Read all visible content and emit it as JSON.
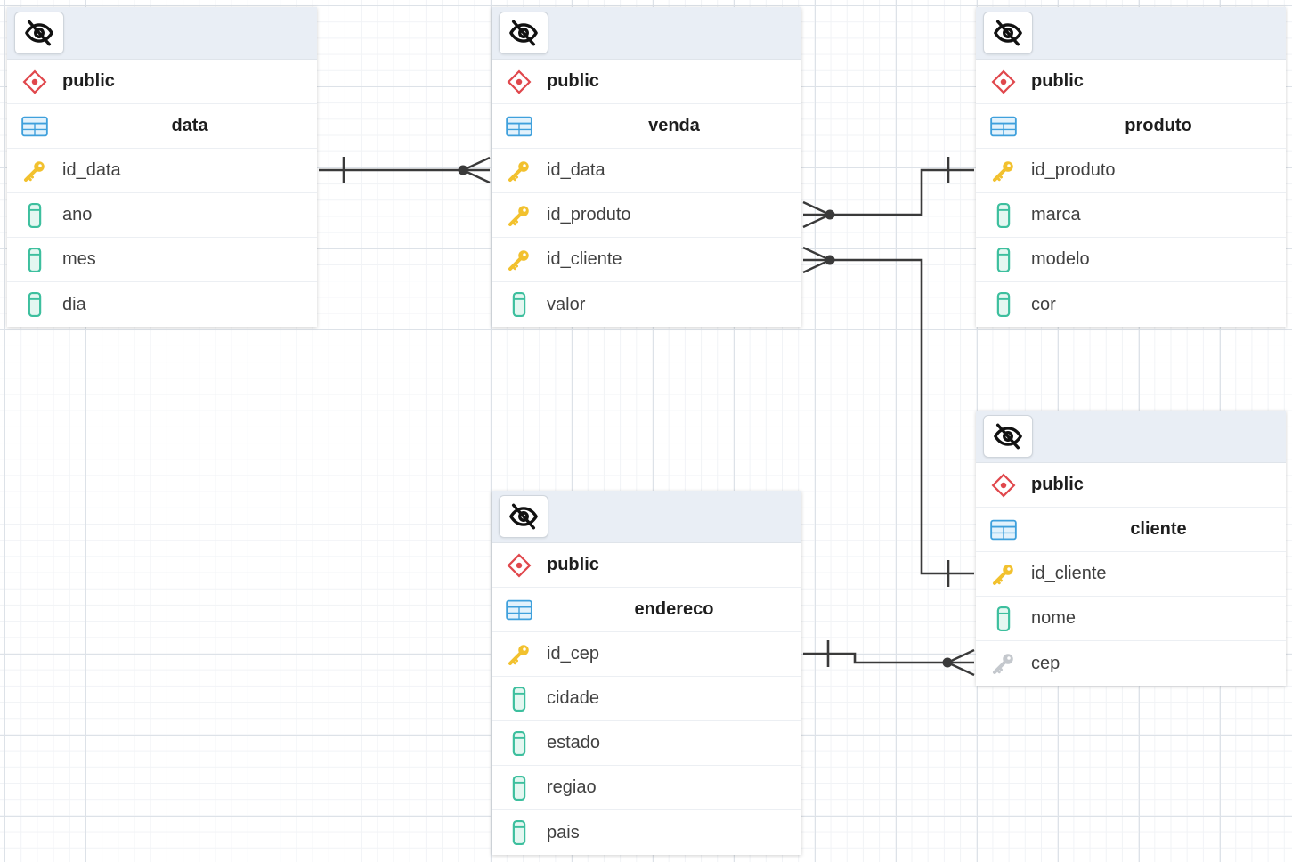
{
  "entities": {
    "data": {
      "schema": "public",
      "table": "data",
      "fields": [
        {
          "name": "id_data",
          "icon": "primary-key-icon"
        },
        {
          "name": "ano",
          "icon": "column-icon"
        },
        {
          "name": "mes",
          "icon": "column-icon"
        },
        {
          "name": "dia",
          "icon": "column-icon"
        }
      ]
    },
    "venda": {
      "schema": "public",
      "table": "venda",
      "fields": [
        {
          "name": "id_data",
          "icon": "primary-key-icon"
        },
        {
          "name": "id_produto",
          "icon": "primary-key-icon"
        },
        {
          "name": "id_cliente",
          "icon": "primary-key-icon"
        },
        {
          "name": "valor",
          "icon": "column-icon"
        }
      ]
    },
    "produto": {
      "schema": "public",
      "table": "produto",
      "fields": [
        {
          "name": "id_produto",
          "icon": "primary-key-icon"
        },
        {
          "name": "marca",
          "icon": "column-icon"
        },
        {
          "name": "modelo",
          "icon": "column-icon"
        },
        {
          "name": "cor",
          "icon": "column-icon"
        }
      ]
    },
    "cliente": {
      "schema": "public",
      "table": "cliente",
      "fields": [
        {
          "name": "id_cliente",
          "icon": "primary-key-icon"
        },
        {
          "name": "nome",
          "icon": "column-icon"
        },
        {
          "name": "cep",
          "icon": "foreign-key-icon"
        }
      ]
    },
    "endereco": {
      "schema": "public",
      "table": "endereco",
      "fields": [
        {
          "name": "id_cep",
          "icon": "primary-key-icon"
        },
        {
          "name": "cidade",
          "icon": "column-icon"
        },
        {
          "name": "estado",
          "icon": "column-icon"
        },
        {
          "name": "regiao",
          "icon": "column-icon"
        },
        {
          "name": "pais",
          "icon": "column-icon"
        }
      ]
    }
  },
  "colors": {
    "schema_icon": "#e0474c",
    "table_icon": "#3fa0dc",
    "primary_key_icon": "#f2c12e",
    "column_icon": "#3dbf9e",
    "foreign_key_icon": "#b8bcc2",
    "relation_line": "#3a3a3a"
  }
}
